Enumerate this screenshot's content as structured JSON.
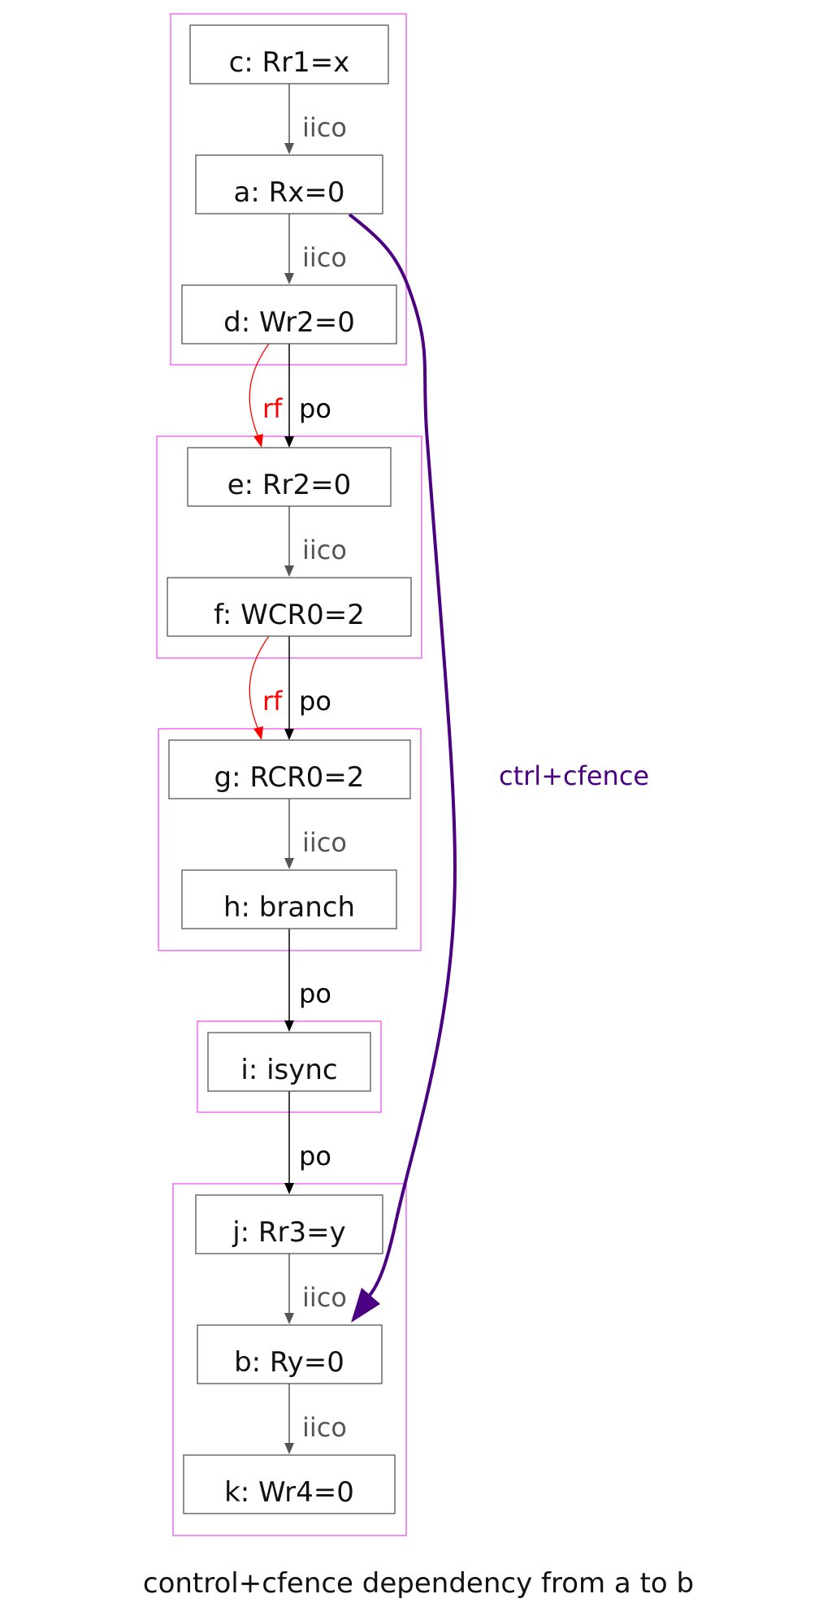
{
  "nodes": [
    {
      "id": "c",
      "label": "c:  Rr1=x"
    },
    {
      "id": "a",
      "label": "a:  Rx=0"
    },
    {
      "id": "d",
      "label": "d:  Wr2=0"
    },
    {
      "id": "e",
      "label": "e:  Rr2=0"
    },
    {
      "id": "f",
      "label": "f:  WCR0=2"
    },
    {
      "id": "g",
      "label": "g:  RCR0=2"
    },
    {
      "id": "h",
      "label": "h:  branch"
    },
    {
      "id": "i",
      "label": "i:  isync"
    },
    {
      "id": "j",
      "label": "j:  Rr3=y"
    },
    {
      "id": "b",
      "label": "b:  Ry=0"
    },
    {
      "id": "k",
      "label": "k:  Wr4=0"
    }
  ],
  "edges": [
    {
      "from": "c",
      "to": "a",
      "label": "iico",
      "kind": "iico"
    },
    {
      "from": "a",
      "to": "d",
      "label": "iico",
      "kind": "iico"
    },
    {
      "from": "d",
      "to": "e",
      "label": "po",
      "kind": "po"
    },
    {
      "from": "d",
      "to": "e",
      "label": "rf",
      "kind": "rf"
    },
    {
      "from": "e",
      "to": "f",
      "label": "iico",
      "kind": "iico"
    },
    {
      "from": "f",
      "to": "g",
      "label": "po",
      "kind": "po"
    },
    {
      "from": "f",
      "to": "g",
      "label": "rf",
      "kind": "rf"
    },
    {
      "from": "g",
      "to": "h",
      "label": "iico",
      "kind": "iico"
    },
    {
      "from": "h",
      "to": "i",
      "label": "po",
      "kind": "po"
    },
    {
      "from": "i",
      "to": "j",
      "label": "po",
      "kind": "po"
    },
    {
      "from": "j",
      "to": "b",
      "label": "iico",
      "kind": "iico"
    },
    {
      "from": "b",
      "to": "k",
      "label": "iico",
      "kind": "iico"
    },
    {
      "from": "a",
      "to": "b",
      "label": "ctrl+cfence",
      "kind": "ctrl"
    }
  ],
  "caption": "control+cfence dependency from a to b",
  "colors": {
    "iico": "#555555",
    "po": "#000000",
    "rf": "#ff0000",
    "ctrl": "#4b0082",
    "cluster": "#ee55ee"
  }
}
